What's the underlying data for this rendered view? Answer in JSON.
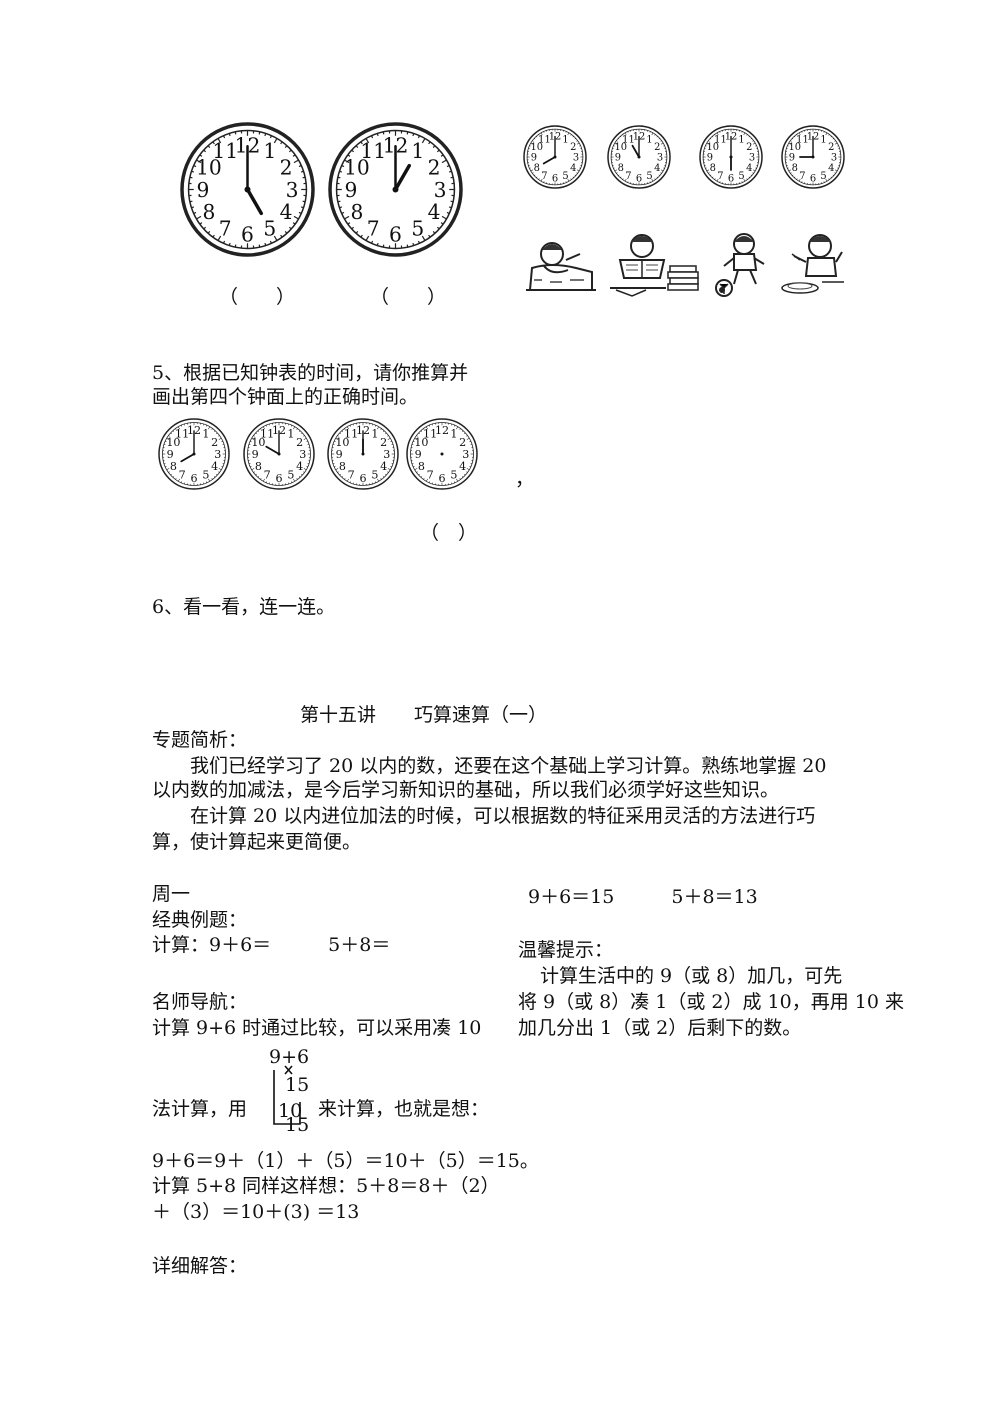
{
  "top_clocks": {
    "big": [
      {
        "hour": 5,
        "minute": 0,
        "answer_blank": "（　　）"
      },
      {
        "hour": 1,
        "minute": 0,
        "answer_blank": "（　　）"
      }
    ],
    "small": [
      {
        "hour": 8,
        "minute": 0
      },
      {
        "hour": 11,
        "minute": 0
      },
      {
        "hour": 6,
        "minute": 0
      },
      {
        "hour": 9,
        "minute": 0
      }
    ],
    "activities": [
      "waking-up",
      "reading",
      "playing-football",
      "eating"
    ]
  },
  "q5": {
    "line1": "5、根据已知钟表的时间，请你推算并",
    "line2": "画出第四个钟面上的正确时间。",
    "clocks": [
      {
        "hour": 8,
        "minute": 0
      },
      {
        "hour": 10,
        "minute": 0
      },
      {
        "hour": 12,
        "minute": 0
      },
      {
        "hour": null,
        "minute": null
      }
    ],
    "comma": "，",
    "answer_blank": "（　）"
  },
  "q6": {
    "text": "6、看一看，连一连。"
  },
  "lesson": {
    "title": "第十五讲　　巧算速算（一）",
    "intro_label": "专题简析：",
    "intro_p1_l1": "我们已经学习了 20 以内的数，还要在这个基础上学习计算。熟练地掌握 20",
    "intro_p1_l2": "以内数的加减法，是今后学习新知识的基础，所以我们必须学好这些知识。",
    "intro_p2_l1": "在计算 20 以内进位加法的时候，可以根据数的特征采用灵活的方法进行巧",
    "intro_p2_l2": "算，使计算起来更简便。"
  },
  "left_col": {
    "day": "周一",
    "example_label": "经典例题：",
    "example": "计算：9＋6＝　　　5＋8＝",
    "guide_label": "名师导航：",
    "guide_l1": "计算 9+6 时通过比较，可以采用凑 10",
    "diagram": {
      "top": "9+6",
      "mid": "15",
      "box": "10",
      "bottom": "15"
    },
    "guide_l2a": "法计算，用",
    "guide_l2b": "来计算，也就是想：",
    "guide_l3": "9＋6＝9＋（1）＋（5）＝10＋（5）＝15。",
    "guide_l4": "计算 5+8 同样这样想：5＋8＝8＋（2）",
    "guide_l5": "＋（3）＝10＋(3) ＝13",
    "answer_label": "详细解答："
  },
  "right_col": {
    "answers": "9＋6＝15　　　5＋8＝13",
    "tip_label": "温馨提示：",
    "tip_l1": "计算生活中的 9（或 8）加几，可先",
    "tip_l2": "将 9（或 8）凑 1（或 2）成 10，再用 10 来",
    "tip_l3": "加几分出 1（或 2）后剩下的数。"
  }
}
